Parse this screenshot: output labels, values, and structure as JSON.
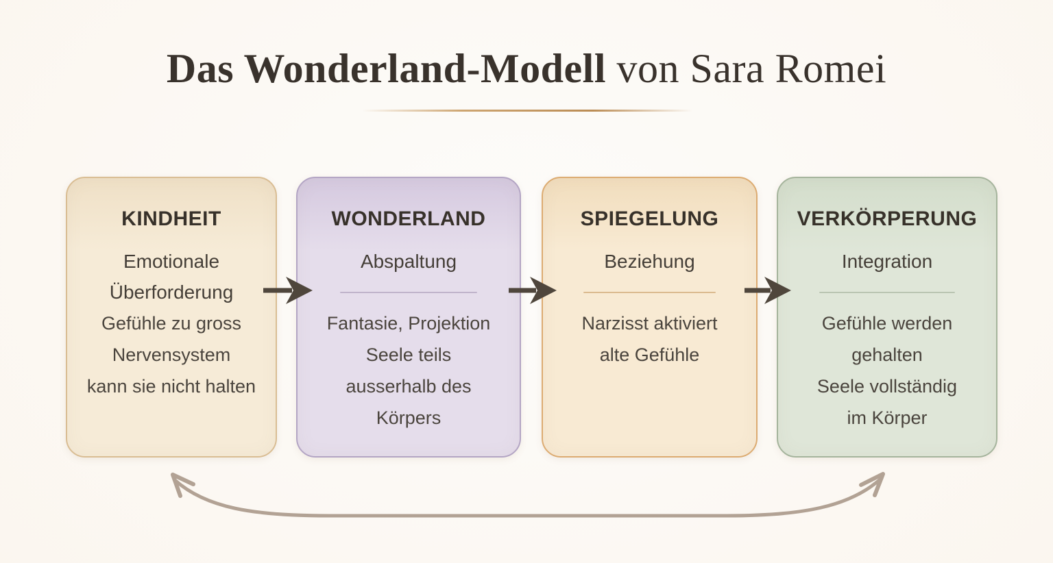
{
  "title": {
    "emphasis": "Das Wonderland-Modell",
    "rest": " von Sara Romei"
  },
  "stages": [
    {
      "name": "KINDHEIT",
      "subtitle_lines": [
        "Emotionale",
        "Überforderung"
      ],
      "has_divider": false,
      "body_lines": [
        "Gefühle zu gross",
        "Nervensystem",
        "kann sie nicht halten"
      ],
      "colors": {
        "fill_top": "#efe0c6",
        "fill": "#f6ebd7",
        "border": "#d9bd93",
        "divider": ""
      }
    },
    {
      "name": "WONDERLAND",
      "subtitle_lines": [
        "Abspaltung"
      ],
      "has_divider": true,
      "body_lines": [
        "Fantasie, Projektion",
        "Seele teils",
        "ausserhalb des",
        "Körpers"
      ],
      "colors": {
        "fill_top": "#d5c9df",
        "fill": "#e5ddeb",
        "border": "#b3a5c4",
        "divider": "#b3a5c0"
      }
    },
    {
      "name": "SPIEGELUNG",
      "subtitle_lines": [
        "Beziehung"
      ],
      "has_divider": true,
      "body_lines": [
        "Narzisst aktiviert",
        "alte Gefühle"
      ],
      "colors": {
        "fill_top": "#f1ddbd",
        "fill": "#f8ead3",
        "border": "#dcab71",
        "divider": "#d2aa78"
      }
    },
    {
      "name": "VERKÖRPERUNG",
      "subtitle_lines": [
        "Integration"
      ],
      "has_divider": true,
      "body_lines": [
        "Gefühle werden",
        "gehalten",
        "Seele vollständig",
        "im Körper"
      ],
      "colors": {
        "fill_top": "#d3ddcb",
        "fill": "#dfe6d8",
        "border": "#a5b49c",
        "divider": "#adbaa5"
      }
    }
  ],
  "flow": {
    "direction": "left-to-right",
    "loop": "bidirectional curved arrow connecting VERKÖRPERUNG back to KINDHEIT"
  },
  "colors": {
    "bg_center": "#fdfcfa",
    "bg_mid": "#fbf6ef",
    "bg_edge": "#f4e8de",
    "title_text": "#39322c",
    "stage_title_text": "#37312a",
    "body_text": "#4a443d",
    "flow_arrow": "#4f463c",
    "loop_arrow": "#b2a294",
    "title_divider": "#c0925a"
  }
}
